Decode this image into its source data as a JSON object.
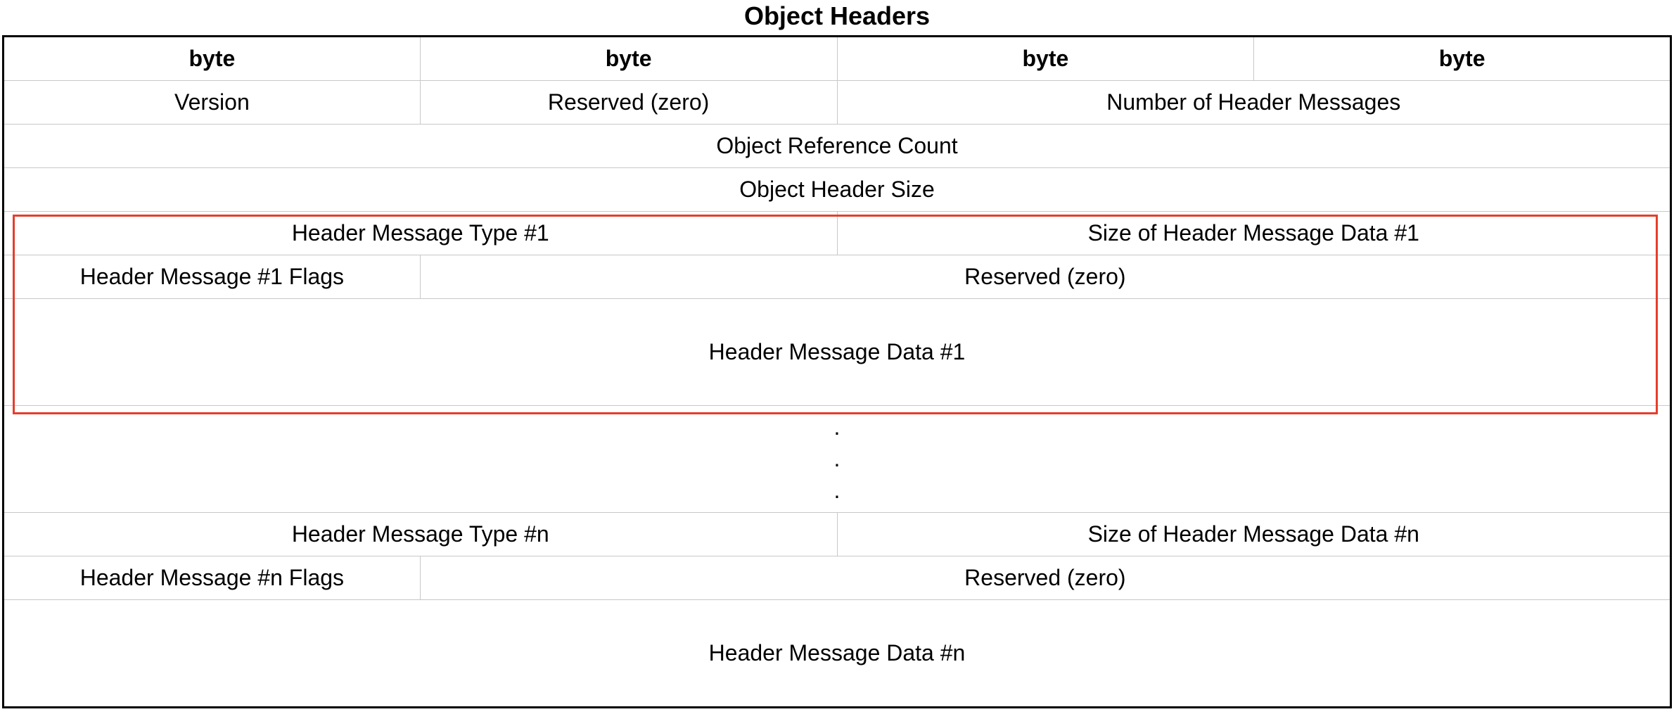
{
  "title": "Object Headers",
  "header_row": [
    "byte",
    "byte",
    "byte",
    "byte"
  ],
  "rows": {
    "version": "Version",
    "reserved_1": "Reserved (zero)",
    "num_messages": "Number of Header Messages",
    "ref_count": "Object Reference Count",
    "header_size": "Object Header Size",
    "msg1_type": "Header Message Type #1",
    "msg1_size": "Size of Header Message Data #1",
    "msg1_flags": "Header Message #1 Flags",
    "msg1_reserved": "Reserved (zero)",
    "msg1_data": "Header Message Data #1",
    "ellipsis": [
      ".",
      ".",
      "."
    ],
    "msgn_type": "Header Message Type #n",
    "msgn_size": "Size of Header Message Data #n",
    "msgn_flags": "Header Message #n Flags",
    "msgn_reserved": "Reserved (zero)",
    "msgn_data": "Header Message Data #n"
  },
  "colors": {
    "outer_border": "#000000",
    "cell_border": "#c8c8c8",
    "highlight_border": "#e53e2b",
    "background": "#ffffff"
  }
}
